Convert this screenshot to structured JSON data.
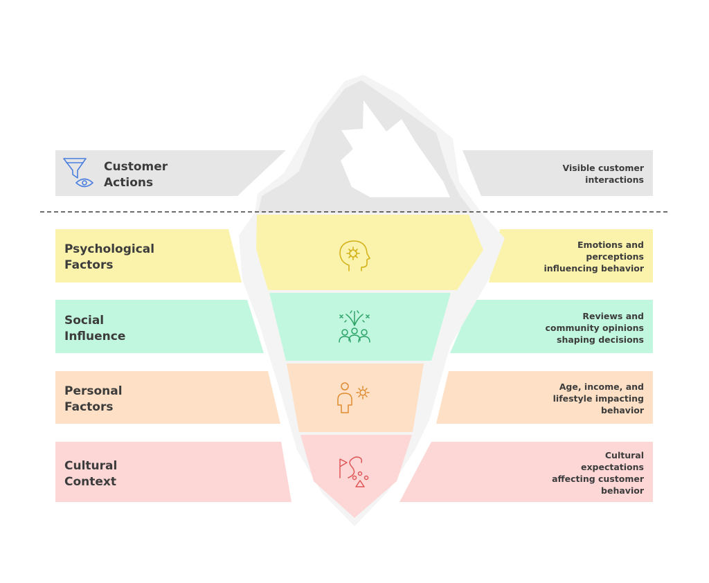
{
  "layers": [
    {
      "id": "customer-actions",
      "title_lines": [
        "Customer",
        "Actions"
      ],
      "desc_lines": [
        "Visible customer",
        "interactions"
      ],
      "band_color": "#e6e6e6",
      "icon_color": "#4a7fe0",
      "icon": "funnel-eye-icon"
    },
    {
      "id": "psychological-factors",
      "title_lines": [
        "Psychological",
        "Factors"
      ],
      "desc_lines": [
        "Emotions and",
        "perceptions",
        "influencing behavior"
      ],
      "band_color": "#fbf3ac",
      "icon_color": "#d4b21a",
      "icon": "head-gear-icon"
    },
    {
      "id": "social-influence",
      "title_lines": [
        "Social",
        "Influence"
      ],
      "desc_lines": [
        "Reviews and",
        "community opinions",
        "shaping decisions"
      ],
      "band_color": "#c2f7df",
      "icon_color": "#2ca367",
      "icon": "group-fireworks-icon"
    },
    {
      "id": "personal-factors",
      "title_lines": [
        "Personal",
        "Factors"
      ],
      "desc_lines": [
        "Age, income, and",
        "lifestyle impacting",
        "behavior"
      ],
      "band_color": "#fde0c5",
      "icon_color": "#e08a2e",
      "icon": "person-gear-icon"
    },
    {
      "id": "cultural-context",
      "title_lines": [
        "Cultural",
        "Context"
      ],
      "desc_lines": [
        "Cultural",
        "expectations",
        "affecting customer",
        "behavior"
      ],
      "band_color": "#fdd6d6",
      "icon_color": "#e05555",
      "icon": "flag-path-icon"
    }
  ],
  "colors": {
    "iceberg_tip": "#e6e6e6",
    "iceberg_outline": "#f4f4f4",
    "waterline": "#3c3c3c",
    "text": "#3c3c3c"
  }
}
